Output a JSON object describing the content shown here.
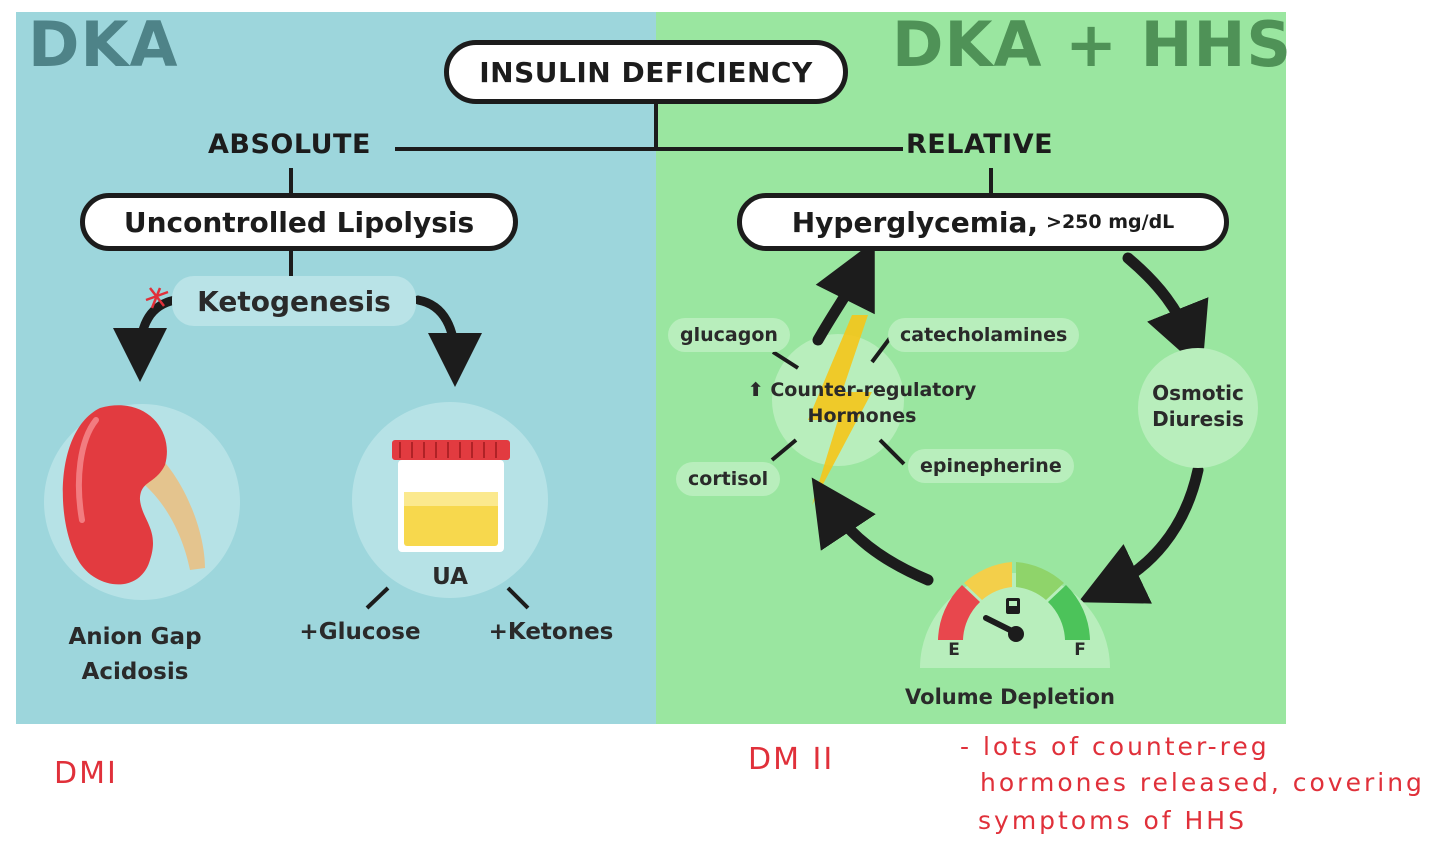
{
  "titles": {
    "left": "DKA",
    "right": "DKA + HHS"
  },
  "root": {
    "label": "INSULIN DEFICIENCY"
  },
  "branches": {
    "absolute": "ABSOLUTE",
    "relative": "RELATIVE"
  },
  "left": {
    "process": "Uncontrolled Lipolysis",
    "sub_process": "Ketogenesis",
    "outcome_1": [
      "Anion Gap",
      "Acidosis"
    ],
    "urine_test": "UA",
    "urine_findings": [
      "+Glucose",
      "+Ketones"
    ]
  },
  "right": {
    "process": "Hyperglycemia,",
    "process_threshold": ">250 mg/dL",
    "hormones_center": [
      "⬆ Counter-regulatory",
      "Hormones"
    ],
    "hormones": [
      "glucagon",
      "catecholamines",
      "cortisol",
      "epinepherine"
    ],
    "osmotic": [
      "Osmotic",
      "Diuresis"
    ],
    "volume": "Volume Depletion",
    "gauge_empty": "E",
    "gauge_full": "F",
    "gauge_level": 0.2
  },
  "handwritten_notes": {
    "left": "DMI",
    "right": "DM II",
    "comment_lines": [
      "- lots of counter-reg",
      "hormones released, covering",
      "symptoms of HHS"
    ]
  },
  "colors": {
    "left_panel": "#9dd6dc",
    "right_panel": "#9ae6a0",
    "ink": "#1c1c1c",
    "handwriting": "#e0303a",
    "lightning": "#f5c518",
    "kidney": "#e23b40",
    "gauge_red": "#e8474d",
    "gauge_yellow": "#f3cf4a",
    "gauge_lightgreen": "#8fd46a",
    "gauge_green": "#4cc35a"
  }
}
